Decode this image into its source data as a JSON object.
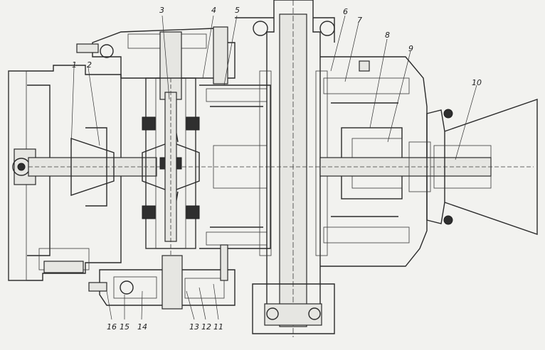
{
  "diagram": {
    "colors": {
      "background": "#f2f2ef",
      "ink": "#2a2a2a"
    },
    "callouts": [
      {
        "id": "1",
        "label": "1"
      },
      {
        "id": "2",
        "label": "2"
      },
      {
        "id": "3",
        "label": "3"
      },
      {
        "id": "4",
        "label": "4"
      },
      {
        "id": "5",
        "label": "5"
      },
      {
        "id": "6",
        "label": "6"
      },
      {
        "id": "7",
        "label": "7"
      },
      {
        "id": "8",
        "label": "8"
      },
      {
        "id": "9",
        "label": "9"
      },
      {
        "id": "10",
        "label": "10"
      },
      {
        "id": "11",
        "label": "11"
      },
      {
        "id": "12",
        "label": "12"
      },
      {
        "id": "13",
        "label": "13"
      },
      {
        "id": "14",
        "label": "14"
      },
      {
        "id": "15",
        "label": "15"
      },
      {
        "id": "16",
        "label": "16"
      }
    ]
  }
}
